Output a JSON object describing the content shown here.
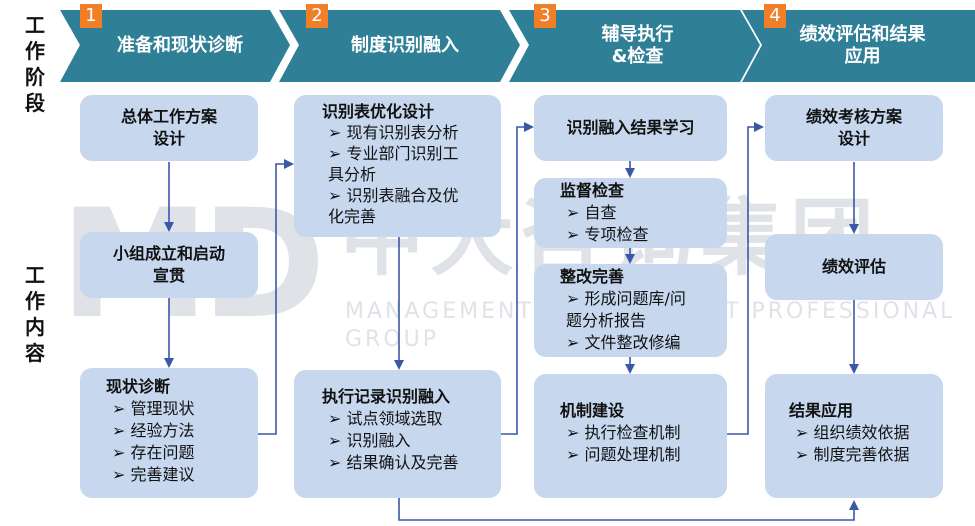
{
  "row_labels": {
    "stage": [
      "工",
      "作",
      "阶",
      "段"
    ],
    "content": [
      "工",
      "作",
      "内",
      "容"
    ]
  },
  "stages": [
    {
      "num": "1",
      "title_lines": [
        "准备和现状诊断"
      ]
    },
    {
      "num": "2",
      "title_lines": [
        "制度识别融入"
      ]
    },
    {
      "num": "3",
      "title_lines": [
        "辅导执行",
        "&检查"
      ]
    },
    {
      "num": "4",
      "title_lines": [
        "绩效评估和结果",
        "应用"
      ]
    }
  ],
  "col1": {
    "box1": [
      "总体工作方案",
      "设计"
    ],
    "box2": [
      "小组成立和启动",
      "宣贯"
    ],
    "box3": {
      "title": "现状诊断",
      "items": [
        "管理现状",
        "经验方法",
        "存在问题",
        "完善建议"
      ]
    }
  },
  "col2": {
    "box1": {
      "title": "识别表优化设计",
      "items": [
        [
          "现有识别表分析"
        ],
        [
          "专业部门识别工",
          "具分析"
        ],
        [
          "识别表融合及优",
          "化完善"
        ]
      ]
    },
    "box2": {
      "title": "执行记录识别融入",
      "items": [
        "试点领域选取",
        "识别融入",
        "结果确认及完善"
      ]
    }
  },
  "col3": {
    "box1": "识别融入结果学习",
    "box2": {
      "title": "监督检查",
      "items": [
        "自查",
        "专项检查"
      ]
    },
    "box3": {
      "title": "整改完善",
      "items": [
        [
          "形成问题库/问",
          "题分析报告"
        ],
        [
          "文件整改修编"
        ]
      ]
    },
    "box4": {
      "title": "机制建设",
      "items": [
        "执行检查机制",
        "问题处理机制"
      ]
    }
  },
  "col4": {
    "box1": [
      "绩效考核方案",
      "设计"
    ],
    "box2": "绩效评估",
    "box3": {
      "title": "结果应用",
      "items": [
        "组织绩效依据",
        "制度完善依据"
      ]
    }
  },
  "bullet": "➢",
  "watermark": {
    "logo": "MD",
    "cn": "中大咨询集团",
    "en": "MANAGEMENT DEVELOPMENT PROFESSIONAL GROUP"
  },
  "colors": {
    "chevron": "#2f7f96",
    "box": "#c6d7ee",
    "arrow": "#3a57a8",
    "number": "#f07f27"
  }
}
